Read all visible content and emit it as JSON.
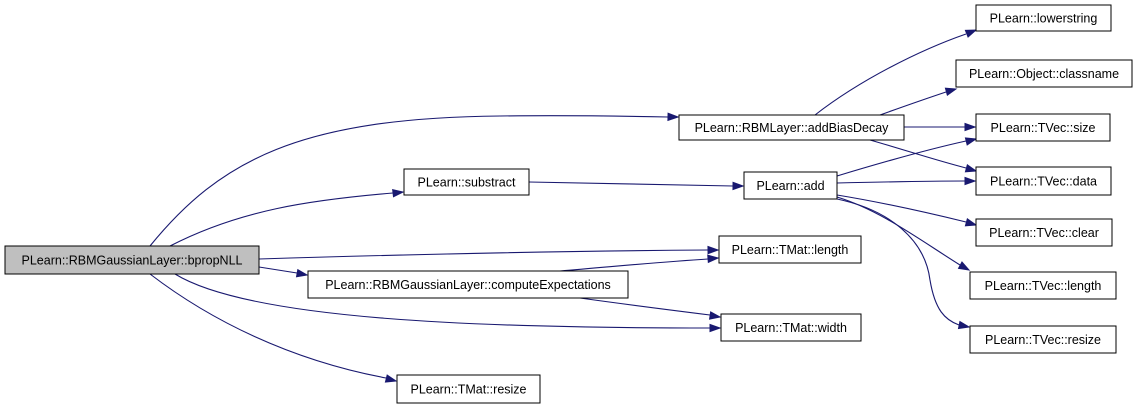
{
  "colors": {
    "edge": "#191970",
    "root_fill": "#bfbfbf",
    "node_fill": "#ffffff",
    "border": "#000000"
  },
  "nodes": [
    {
      "id": "root",
      "label": "PLearn::RBMGaussianLayer::bpropNLL",
      "root": true
    },
    {
      "id": "addbias",
      "label": "PLearn::RBMLayer::addBiasDecay"
    },
    {
      "id": "substract",
      "label": "PLearn::substract"
    },
    {
      "id": "add",
      "label": "PLearn::add"
    },
    {
      "id": "compexp",
      "label": "PLearn::RBMGaussianLayer::computeExpectations"
    },
    {
      "id": "tmatlength",
      "label": "PLearn::TMat::length"
    },
    {
      "id": "tmatwidth",
      "label": "PLearn::TMat::width"
    },
    {
      "id": "tmatresize",
      "label": "PLearn::TMat::resize"
    },
    {
      "id": "lowerstring",
      "label": "PLearn::lowerstring"
    },
    {
      "id": "classname",
      "label": "PLearn::Object::classname"
    },
    {
      "id": "tvecsize",
      "label": "PLearn::TVec::size"
    },
    {
      "id": "tvecdata",
      "label": "PLearn::TVec::data"
    },
    {
      "id": "tvecclear",
      "label": "PLearn::TVec::clear"
    },
    {
      "id": "tveclength",
      "label": "PLearn::TVec::length"
    },
    {
      "id": "tvecresize",
      "label": "PLearn::TVec::resize"
    }
  ],
  "edges": [
    {
      "from": "root",
      "to": "addbias"
    },
    {
      "from": "root",
      "to": "substract"
    },
    {
      "from": "root",
      "to": "tmatlength"
    },
    {
      "from": "root",
      "to": "compexp"
    },
    {
      "from": "root",
      "to": "tmatwidth"
    },
    {
      "from": "root",
      "to": "tmatresize"
    },
    {
      "from": "substract",
      "to": "add"
    },
    {
      "from": "compexp",
      "to": "tmatlength"
    },
    {
      "from": "compexp",
      "to": "tmatwidth"
    },
    {
      "from": "addbias",
      "to": "lowerstring"
    },
    {
      "from": "addbias",
      "to": "classname"
    },
    {
      "from": "addbias",
      "to": "tvecsize"
    },
    {
      "from": "addbias",
      "to": "tvecdata"
    },
    {
      "from": "add",
      "to": "tvecsize"
    },
    {
      "from": "add",
      "to": "tvecdata"
    },
    {
      "from": "add",
      "to": "tvecclear"
    },
    {
      "from": "add",
      "to": "tveclength"
    },
    {
      "from": "add",
      "to": "tvecresize"
    }
  ]
}
